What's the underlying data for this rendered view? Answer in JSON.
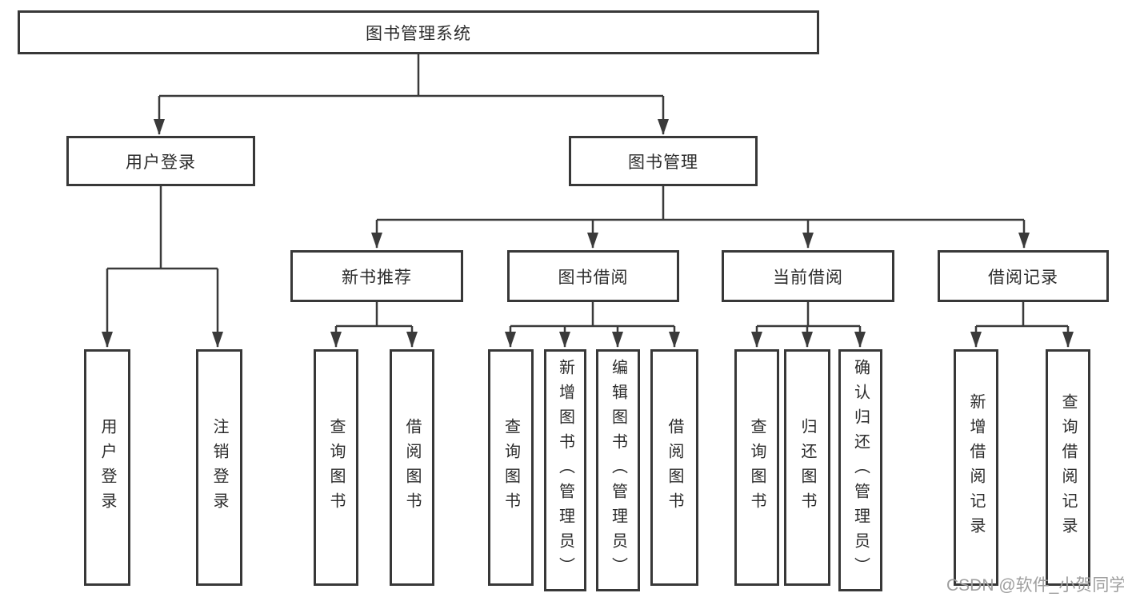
{
  "tree": {
    "root": {
      "label": "图书管理系统"
    },
    "user_login": {
      "label": "用户登录",
      "children": {
        "login": {
          "label": "用户登录"
        },
        "logout": {
          "label": "注销登录"
        }
      }
    },
    "book_mgmt": {
      "label": "图书管理",
      "children": {
        "new_books": {
          "label": "新书推荐",
          "children": {
            "query": {
              "label": "查询图书"
            },
            "borrow": {
              "label": "借阅图书"
            }
          }
        },
        "borrowing": {
          "label": "图书借阅",
          "children": {
            "query": {
              "label": "查询图书"
            },
            "add": {
              "label": "新增图书（管理员）"
            },
            "edit": {
              "label": "编辑图书（管理员）"
            },
            "borrow": {
              "label": "借阅图书"
            }
          }
        },
        "current": {
          "label": "当前借阅",
          "children": {
            "query": {
              "label": "查询图书"
            },
            "return": {
              "label": "归还图书"
            },
            "confirm": {
              "label": "确认归还（管理员）"
            }
          }
        },
        "records": {
          "label": "借阅记录",
          "children": {
            "add": {
              "label": "新增借阅记录"
            },
            "query": {
              "label": "查询借阅记录"
            }
          }
        }
      }
    }
  },
  "watermark": "CSDN @软件_小贺同学",
  "colors": {
    "line": "#3a3a3a",
    "box_border": "#383838",
    "text": "#2b2b2b",
    "watermark": "#9e9e9e",
    "background": "#ffffff"
  }
}
